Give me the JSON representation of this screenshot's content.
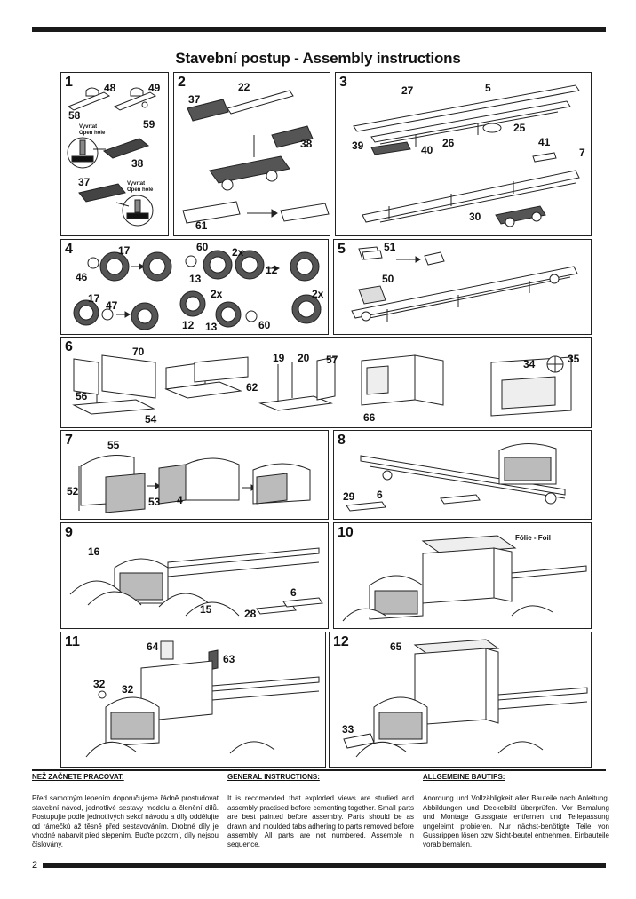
{
  "title": "Stavební postup - Assembly instructions",
  "page_number": "2",
  "steps": [
    {
      "number": "1",
      "parts": [
        "48",
        "49",
        "58",
        "59",
        "38",
        "37"
      ],
      "notes": [
        "Vyvrtat\nOpen hole",
        "Vyvrtat\nOpen hole"
      ]
    },
    {
      "number": "2",
      "parts": [
        "22",
        "37",
        "38",
        "61"
      ]
    },
    {
      "number": "3",
      "parts": [
        "27",
        "5",
        "25",
        "39",
        "40",
        "26",
        "41",
        "7",
        "30"
      ]
    },
    {
      "number": "4",
      "parts": [
        "17",
        "46",
        "60",
        "2x",
        "13",
        "12",
        "17",
        "47",
        "2x",
        "12",
        "13",
        "60",
        "2x"
      ]
    },
    {
      "number": "5",
      "parts": [
        "51",
        "50"
      ]
    },
    {
      "number": "6",
      "parts": [
        "70",
        "56",
        "54",
        "62",
        "19",
        "20",
        "57",
        "66",
        "34",
        "35"
      ]
    },
    {
      "number": "7",
      "parts": [
        "55",
        "52",
        "53",
        "4"
      ]
    },
    {
      "number": "8",
      "parts": [
        "29",
        "6"
      ]
    },
    {
      "number": "9",
      "parts": [
        "16",
        "15",
        "28",
        "6"
      ]
    },
    {
      "number": "10",
      "parts": [],
      "foil_label": "Fólie - Foil"
    },
    {
      "number": "11",
      "parts": [
        "64",
        "63",
        "32",
        "32"
      ]
    },
    {
      "number": "12",
      "parts": [
        "65",
        "33"
      ]
    }
  ],
  "instructions": [
    {
      "heading": "NEŽ ZAČNETE PRACOVAT:",
      "text": "Před samotným lepením doporučujeme řádně prostudovat stavební návod, jednotlivé sestavy modelu a členění dílů. Postupujte podle jednotlivých sekcí návodu a díly oddělujte od rámečků až těsně před sestavováním. Drobné díly je vhodné nabarvit před slepením. Buďte pozorní, díly nejsou číslovány."
    },
    {
      "heading": "GENERAL INSTRUCTIONS:",
      "text": "It is recomended that exploded views are studied and assembly practised before cementing together. Small parts are best painted before assembly. Parts should be as drawn and moulded tabs adhering to parts removed before assembly. All parts are not numbered. Assemble in sequence."
    },
    {
      "heading": "ALLGEMEINE BAUTIPS:",
      "text": "Anordung und Vollzähligkeit aller Bauteile nach Anleitung. Abbildungen und Deckelbild überprüfen. Vor Bemalung und Montage Gussgrate entfernen und Teilepassung ungeleimt probieren. Nur nächst-benötigte Teile von Gussrippen lösen bzw Sicht-beutel entnehmen. Einbauteile vorab bemalen."
    }
  ]
}
